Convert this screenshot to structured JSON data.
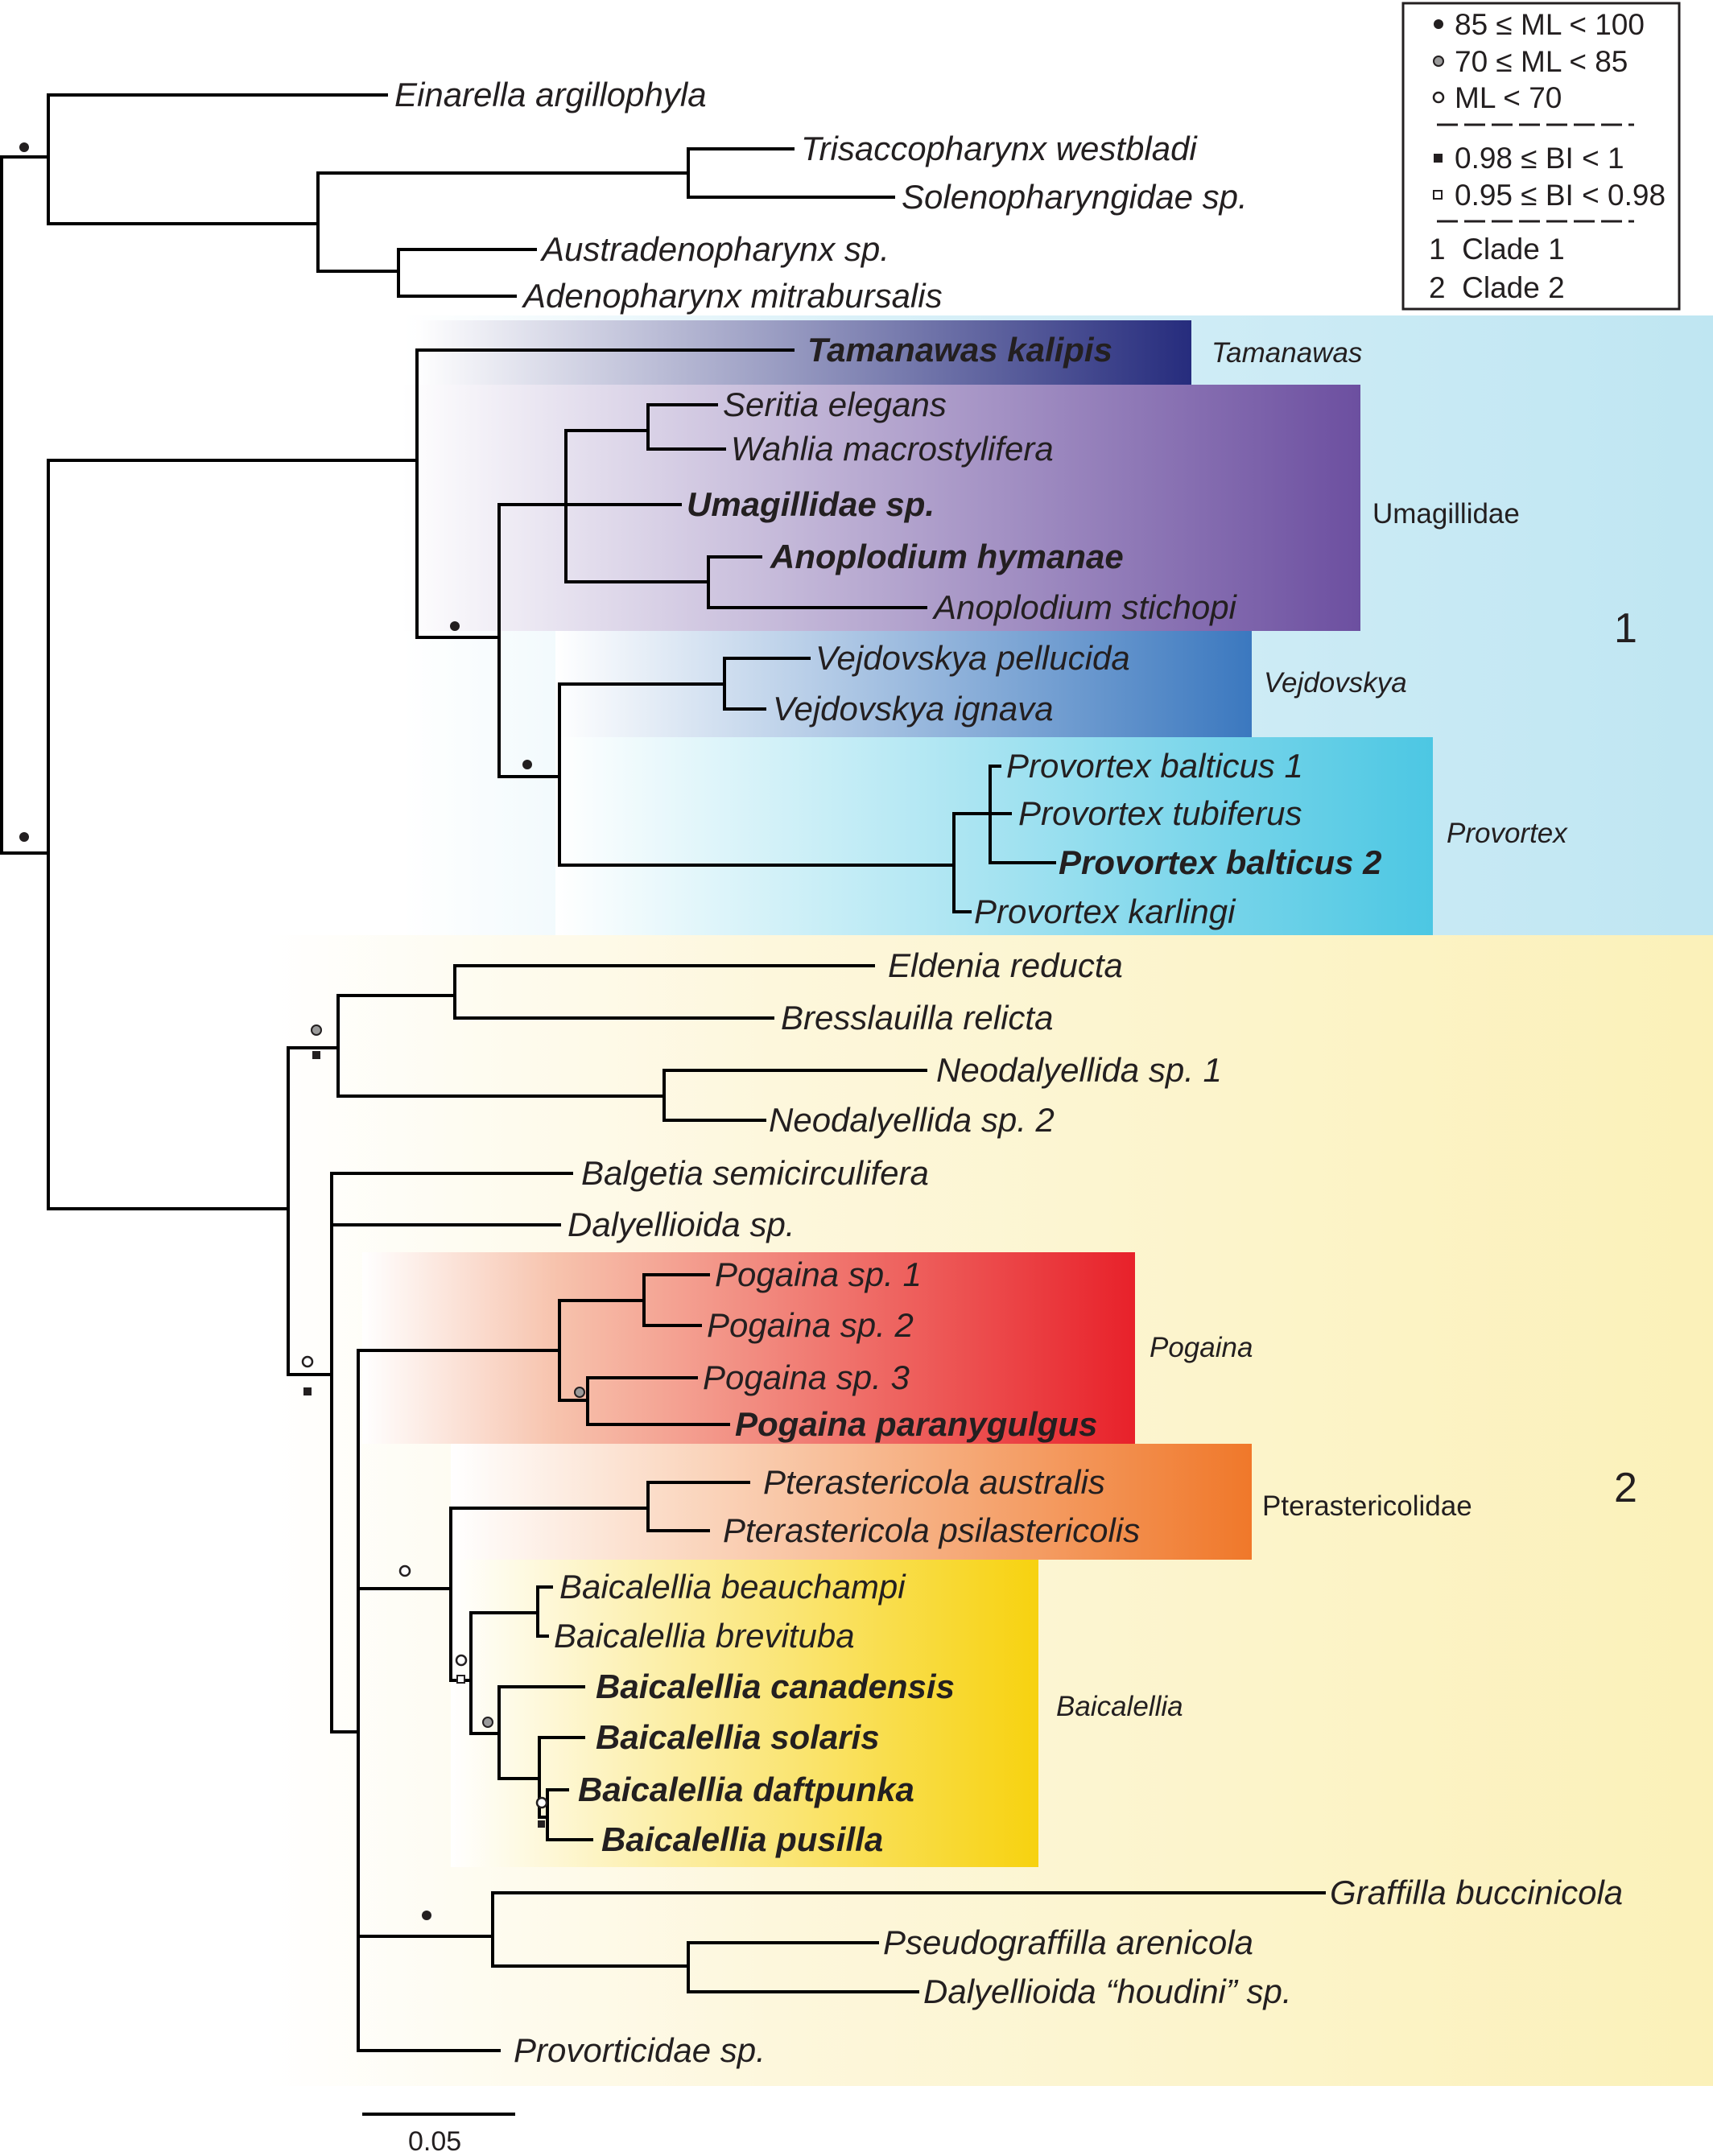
{
  "taxa": {
    "einarella": "Einarella argillophyla",
    "trisacco": "Trisaccopharynx westbladi",
    "soleno": "Solenopharyngidae sp.",
    "austrad": "Austradenopharynx sp.",
    "adenoph": "Adenopharynx mitrabursalis",
    "tamanawas": "Tamanawas kalipis",
    "seritia": "Seritia elegans",
    "wahlia": "Wahlia macrostylifera",
    "umagsp": "Umagillidae sp.",
    "anohym": "Anoplodium hymanae",
    "anosti": "Anoplodium stichopi",
    "vejpel": "Vejdovskya pellucida",
    "vejign": "Vejdovskya ignava",
    "probal1": "Provortex balticus 1",
    "protub": "Provortex tubiferus",
    "probal2": "Provortex balticus 2",
    "prokar": "Provortex karlingi",
    "eldenia": "Eldenia reducta",
    "bresslauilla": "Bresslauilla relicta",
    "neod1": "Neodalyellida sp. 1",
    "neod2": "Neodalyellida sp. 2",
    "balgetia": "Balgetia semicirculifera",
    "dalyell": "Dalyellioida sp.",
    "pog1": "Pogaina sp. 1",
    "pog2": "Pogaina sp. 2",
    "pog3": "Pogaina sp. 3",
    "pogpar": "Pogaina paranygulgus",
    "pteaus": "Pterastericola australis",
    "ptepsi": "Pterastericola psilastericolis",
    "baibea": "Baicalellia beauchampi",
    "baibre": "Baicalellia brevituba",
    "baican": "Baicalellia canadensis",
    "baisol": "Baicalellia solaris",
    "baidaf": "Baicalellia daftpunka",
    "baipus": "Baicalellia pusilla",
    "graffilla": "Graffilla buccinicola",
    "pseudog": "Pseudograffilla arenicola",
    "houdini": "Dalyellioida “houdini” sp.",
    "provorticidae": "Provorticidae sp."
  },
  "groups": {
    "tamanawas": "Tamanawas",
    "umagillidae": "Umagillidae",
    "vejdovskya": "Vejdovskya",
    "provortex": "Provortex",
    "pogaina": "Pogaina",
    "pterastericolidae": "Pterastericolidae",
    "baicalellia": "Baicalellia"
  },
  "clade_numbers": {
    "clade1": "1",
    "clade2": "2"
  },
  "legend": {
    "ml_high": "85 ≤ ML < 100",
    "ml_mid": "70 ≤ ML < 85",
    "ml_low": "ML < 70",
    "bi_high": "0.98 ≤ BI < 1",
    "bi_mid": "0.95 ≤ BI < 0.98",
    "clade1": "1  Clade 1",
    "clade2": "2  Clade 2"
  },
  "scale_bar": {
    "label": "0.05"
  },
  "colors": {
    "clade1_bg": "#bfe6f2",
    "clade2_bg": "#fbf1b9",
    "tamanawas": "#262c7d",
    "umagillidae": "#6c4fa0",
    "vejdovskya": "#3b78bf",
    "provortex": "#4cc7e3",
    "pogaina": "#e8212a",
    "pterastericolidae": "#f0782a",
    "baicalellia": "#f7d20f"
  }
}
